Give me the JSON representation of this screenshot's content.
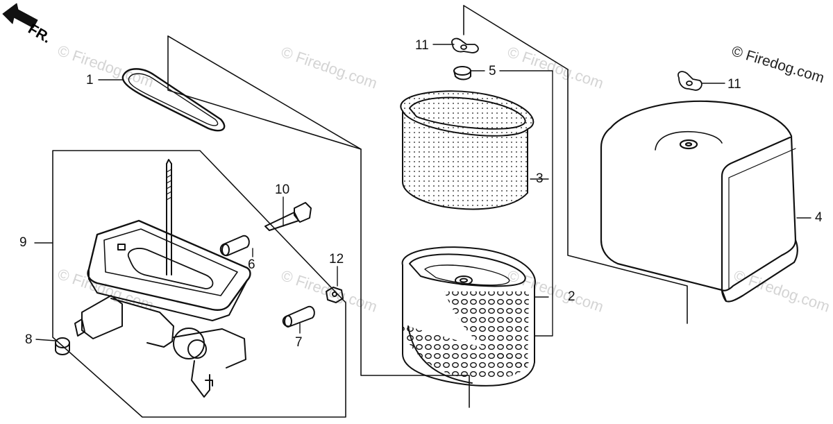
{
  "diagram": {
    "direction_label": "FR.",
    "watermark_text": "© Firedog.com",
    "brand_text": "© Firedog.com",
    "parts": {
      "p1": "1",
      "p2": "2",
      "p3": "3",
      "p4": "4",
      "p5": "5",
      "p6": "6",
      "p7": "7",
      "p8": "8",
      "p9": "9",
      "p10": "10",
      "p11a": "11",
      "p11b": "11",
      "p12": "12"
    },
    "ink_color": "#111111"
  }
}
